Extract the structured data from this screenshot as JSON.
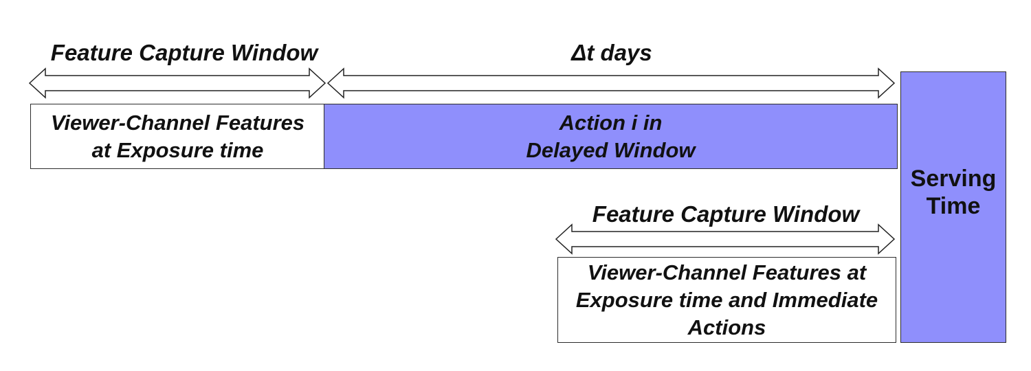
{
  "top": {
    "capture_label": "Feature Capture Window",
    "delta_label": "Δt days"
  },
  "boxes": {
    "viewer_features_top": {
      "line1": "Viewer-Channel Features",
      "line2": "at Exposure time"
    },
    "delayed_action": {
      "line1": "Action i in",
      "line2": "Delayed Window"
    },
    "serving_time": {
      "line1": "Serving",
      "line2": "Time"
    },
    "viewer_features_bottom": {
      "line1": "Viewer-Channel Features at",
      "line2": "Exposure time and Immediate",
      "line3": "Actions"
    }
  },
  "bottom": {
    "capture_label": "Feature Capture Window"
  },
  "colors": {
    "purple_fill": "#8f8ffc",
    "white_fill": "#ffffff",
    "border": "#2b2b2b"
  }
}
